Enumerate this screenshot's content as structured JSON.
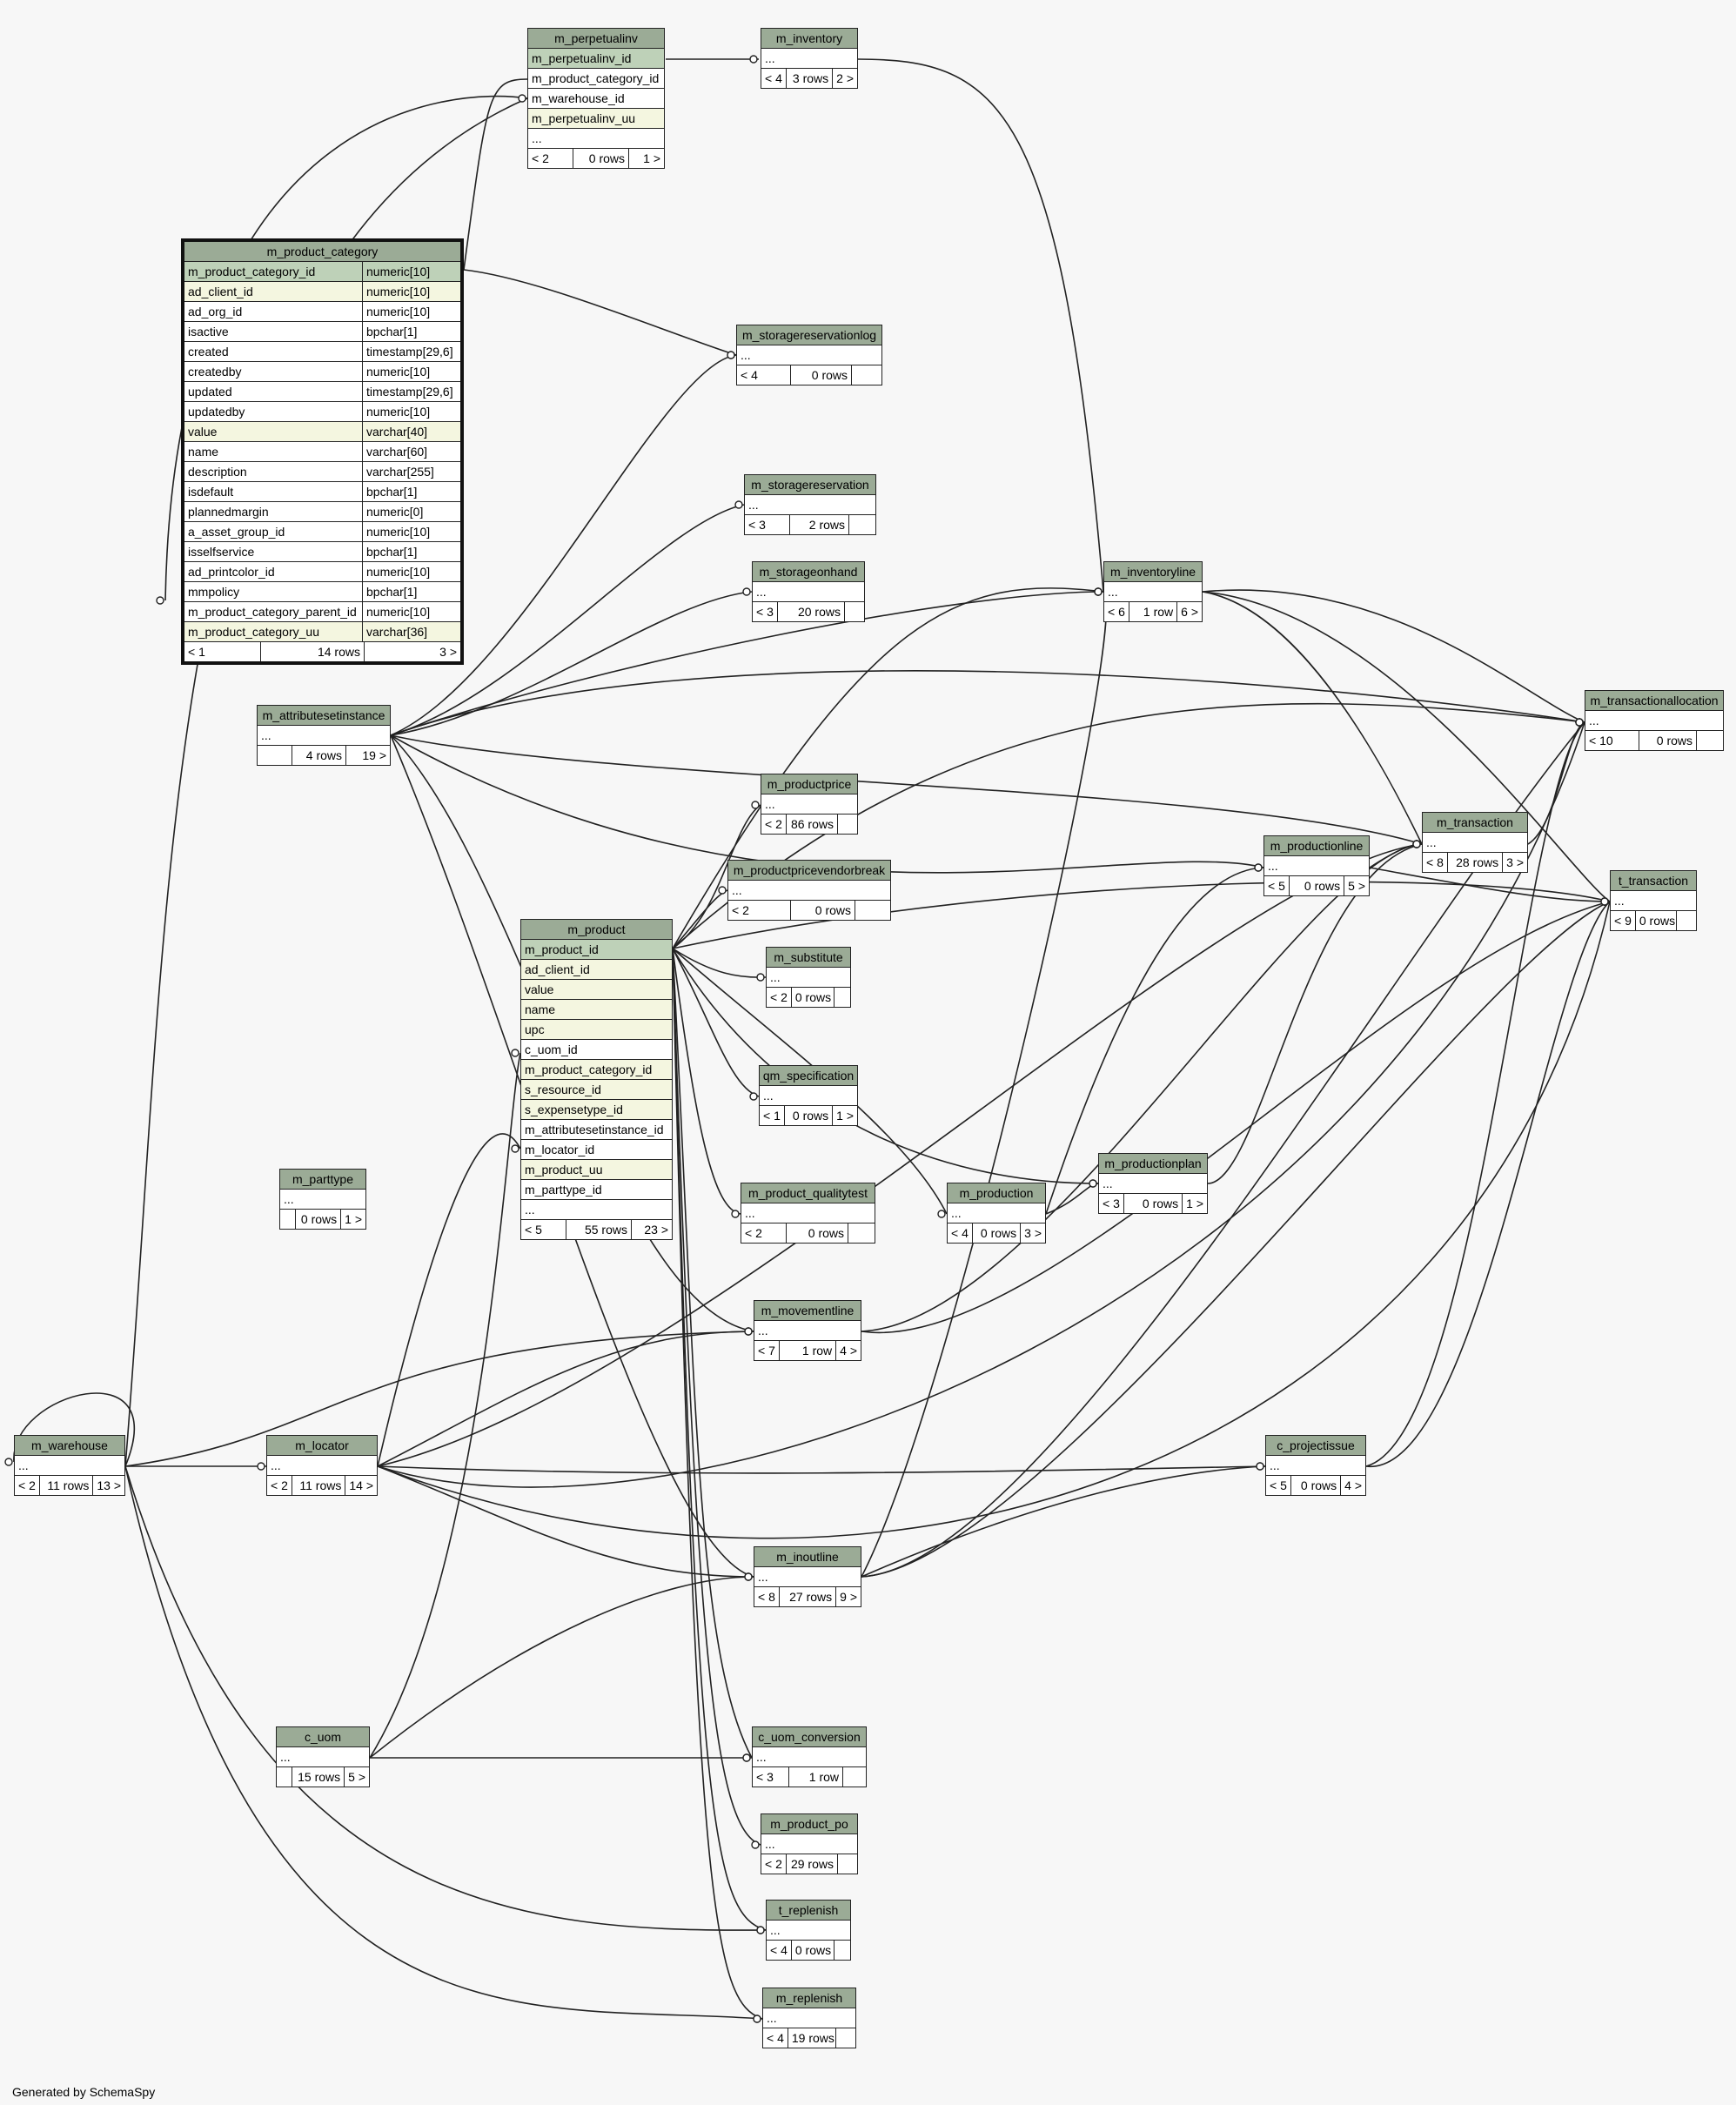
{
  "footer": "Generated by SchemaSpy",
  "colors": {
    "header": "#9bab96",
    "primary_key": "#bed1b8",
    "indexed": "#f4f6e0",
    "background": "#f7f7f7",
    "line": "#222222"
  },
  "tables": {
    "m_perpetualinv": {
      "name": "m_perpetualinv",
      "rows": [
        {
          "label": "m_perpetualinv_id"
        },
        {
          "label": "m_product_category_id"
        },
        {
          "label": "m_warehouse_id"
        },
        {
          "label": "m_perpetualinv_uu"
        },
        {
          "label": "..."
        }
      ],
      "footer": {
        "parents": "< 2",
        "rows": "0 rows",
        "children": "1 >"
      }
    },
    "m_inventory": {
      "name": "m_inventory",
      "rows": [
        {
          "label": "..."
        }
      ],
      "footer": {
        "parents": "< 4",
        "rows": "3 rows",
        "children": "2 >"
      }
    },
    "m_product_category": {
      "name": "m_product_category",
      "columns": [
        {
          "name": "m_product_category_id",
          "type": "numeric[10]"
        },
        {
          "name": "ad_client_id",
          "type": "numeric[10]"
        },
        {
          "name": "ad_org_id",
          "type": "numeric[10]"
        },
        {
          "name": "isactive",
          "type": "bpchar[1]"
        },
        {
          "name": "created",
          "type": "timestamp[29,6]"
        },
        {
          "name": "createdby",
          "type": "numeric[10]"
        },
        {
          "name": "updated",
          "type": "timestamp[29,6]"
        },
        {
          "name": "updatedby",
          "type": "numeric[10]"
        },
        {
          "name": "value",
          "type": "varchar[40]"
        },
        {
          "name": "name",
          "type": "varchar[60]"
        },
        {
          "name": "description",
          "type": "varchar[255]"
        },
        {
          "name": "isdefault",
          "type": "bpchar[1]"
        },
        {
          "name": "plannedmargin",
          "type": "numeric[0]"
        },
        {
          "name": "a_asset_group_id",
          "type": "numeric[10]"
        },
        {
          "name": "isselfservice",
          "type": "bpchar[1]"
        },
        {
          "name": "ad_printcolor_id",
          "type": "numeric[10]"
        },
        {
          "name": "mmpolicy",
          "type": "bpchar[1]"
        },
        {
          "name": "m_product_category_parent_id",
          "type": "numeric[10]"
        },
        {
          "name": "m_product_category_uu",
          "type": "varchar[36]"
        }
      ],
      "footer": {
        "parents": "< 1",
        "rows": "14 rows",
        "children": "3 >"
      }
    },
    "m_storagereservationlog": {
      "name": "m_storagereservationlog",
      "rows": [
        {
          "label": "..."
        }
      ],
      "footer": {
        "parents": "< 4",
        "rows": "0 rows",
        "children": ""
      }
    },
    "m_storagereservation": {
      "name": "m_storagereservation",
      "rows": [
        {
          "label": "..."
        }
      ],
      "footer": {
        "parents": "< 3",
        "rows": "2 rows",
        "children": ""
      }
    },
    "m_storageonhand": {
      "name": "m_storageonhand",
      "rows": [
        {
          "label": "..."
        }
      ],
      "footer": {
        "parents": "< 3",
        "rows": "20 rows",
        "children": ""
      }
    },
    "m_inventoryline": {
      "name": "m_inventoryline",
      "rows": [
        {
          "label": "..."
        }
      ],
      "footer": {
        "parents": "< 6",
        "rows": "1 row",
        "children": "6 >"
      }
    },
    "m_transactionallocation": {
      "name": "m_transactionallocation",
      "rows": [
        {
          "label": "..."
        }
      ],
      "footer": {
        "parents": "< 10",
        "rows": "0 rows",
        "children": ""
      }
    },
    "m_attributesetinstance": {
      "name": "m_attributesetinstance",
      "rows": [
        {
          "label": "..."
        }
      ],
      "footer": {
        "parents": "",
        "rows": "4 rows",
        "children": "19 >"
      }
    },
    "m_productprice": {
      "name": "m_productprice",
      "rows": [
        {
          "label": "..."
        }
      ],
      "footer": {
        "parents": "< 2",
        "rows": "86 rows",
        "children": ""
      }
    },
    "m_transaction": {
      "name": "m_transaction",
      "rows": [
        {
          "label": "..."
        }
      ],
      "footer": {
        "parents": "< 8",
        "rows": "28 rows",
        "children": "3 >"
      }
    },
    "m_productionline": {
      "name": "m_productionline",
      "rows": [
        {
          "label": "..."
        }
      ],
      "footer": {
        "parents": "< 5",
        "rows": "0 rows",
        "children": "5 >"
      }
    },
    "m_productpricevendorbreak": {
      "name": "m_productpricevendorbreak",
      "rows": [
        {
          "label": "..."
        }
      ],
      "footer": {
        "parents": "< 2",
        "rows": "0 rows",
        "children": ""
      }
    },
    "t_transaction": {
      "name": "t_transaction",
      "rows": [
        {
          "label": "..."
        }
      ],
      "footer": {
        "parents": "< 9",
        "rows": "0 rows",
        "children": ""
      }
    },
    "m_product": {
      "name": "m_product",
      "rows": [
        {
          "label": "m_product_id"
        },
        {
          "label": "ad_client_id"
        },
        {
          "label": "value"
        },
        {
          "label": "name"
        },
        {
          "label": "upc"
        },
        {
          "label": "c_uom_id"
        },
        {
          "label": "m_product_category_id"
        },
        {
          "label": "s_resource_id"
        },
        {
          "label": "s_expensetype_id"
        },
        {
          "label": "m_attributesetinstance_id"
        },
        {
          "label": "m_locator_id"
        },
        {
          "label": "m_product_uu"
        },
        {
          "label": "m_parttype_id"
        },
        {
          "label": "..."
        }
      ],
      "footer": {
        "parents": "< 5",
        "rows": "55 rows",
        "children": "23 >"
      }
    },
    "m_substitute": {
      "name": "m_substitute",
      "rows": [
        {
          "label": "..."
        }
      ],
      "footer": {
        "parents": "< 2",
        "rows": "0 rows",
        "children": ""
      }
    },
    "qm_specification": {
      "name": "qm_specification",
      "rows": [
        {
          "label": "..."
        }
      ],
      "footer": {
        "parents": "< 1",
        "rows": "0 rows",
        "children": "1 >"
      }
    },
    "m_productionplan": {
      "name": "m_productionplan",
      "rows": [
        {
          "label": "..."
        }
      ],
      "footer": {
        "parents": "< 3",
        "rows": "0 rows",
        "children": "1 >"
      }
    },
    "m_parttype": {
      "name": "m_parttype",
      "rows": [
        {
          "label": "..."
        }
      ],
      "footer": {
        "parents": "",
        "rows": "0 rows",
        "children": "1 >"
      }
    },
    "m_product_qualitytest": {
      "name": "m_product_qualitytest",
      "rows": [
        {
          "label": "..."
        }
      ],
      "footer": {
        "parents": "< 2",
        "rows": "0 rows",
        "children": ""
      }
    },
    "m_production": {
      "name": "m_production",
      "rows": [
        {
          "label": "..."
        }
      ],
      "footer": {
        "parents": "< 4",
        "rows": "0 rows",
        "children": "3 >"
      }
    },
    "m_movementline": {
      "name": "m_movementline",
      "rows": [
        {
          "label": "..."
        }
      ],
      "footer": {
        "parents": "< 7",
        "rows": "1 row",
        "children": "4 >"
      }
    },
    "m_warehouse": {
      "name": "m_warehouse",
      "rows": [
        {
          "label": "..."
        }
      ],
      "footer": {
        "parents": "< 2",
        "rows": "11 rows",
        "children": "13 >"
      }
    },
    "m_locator": {
      "name": "m_locator",
      "rows": [
        {
          "label": "..."
        }
      ],
      "footer": {
        "parents": "< 2",
        "rows": "11 rows",
        "children": "14 >"
      }
    },
    "c_projectissue": {
      "name": "c_projectissue",
      "rows": [
        {
          "label": "..."
        }
      ],
      "footer": {
        "parents": "< 5",
        "rows": "0 rows",
        "children": "4 >"
      }
    },
    "m_inoutline": {
      "name": "m_inoutline",
      "rows": [
        {
          "label": "..."
        }
      ],
      "footer": {
        "parents": "< 8",
        "rows": "27 rows",
        "children": "9 >"
      }
    },
    "c_uom": {
      "name": "c_uom",
      "rows": [
        {
          "label": "..."
        }
      ],
      "footer": {
        "parents": "",
        "rows": "15 rows",
        "children": "5 >"
      }
    },
    "c_uom_conversion": {
      "name": "c_uom_conversion",
      "rows": [
        {
          "label": "..."
        }
      ],
      "footer": {
        "parents": "< 3",
        "rows": "1 row",
        "children": ""
      }
    },
    "m_product_po": {
      "name": "m_product_po",
      "rows": [
        {
          "label": "..."
        }
      ],
      "footer": {
        "parents": "< 2",
        "rows": "29 rows",
        "children": ""
      }
    },
    "t_replenish": {
      "name": "t_replenish",
      "rows": [
        {
          "label": "..."
        }
      ],
      "footer": {
        "parents": "< 4",
        "rows": "0 rows",
        "children": ""
      }
    },
    "m_replenish": {
      "name": "m_replenish",
      "rows": [
        {
          "label": "..."
        }
      ],
      "footer": {
        "parents": "< 4",
        "rows": "19 rows",
        "children": ""
      }
    }
  }
}
